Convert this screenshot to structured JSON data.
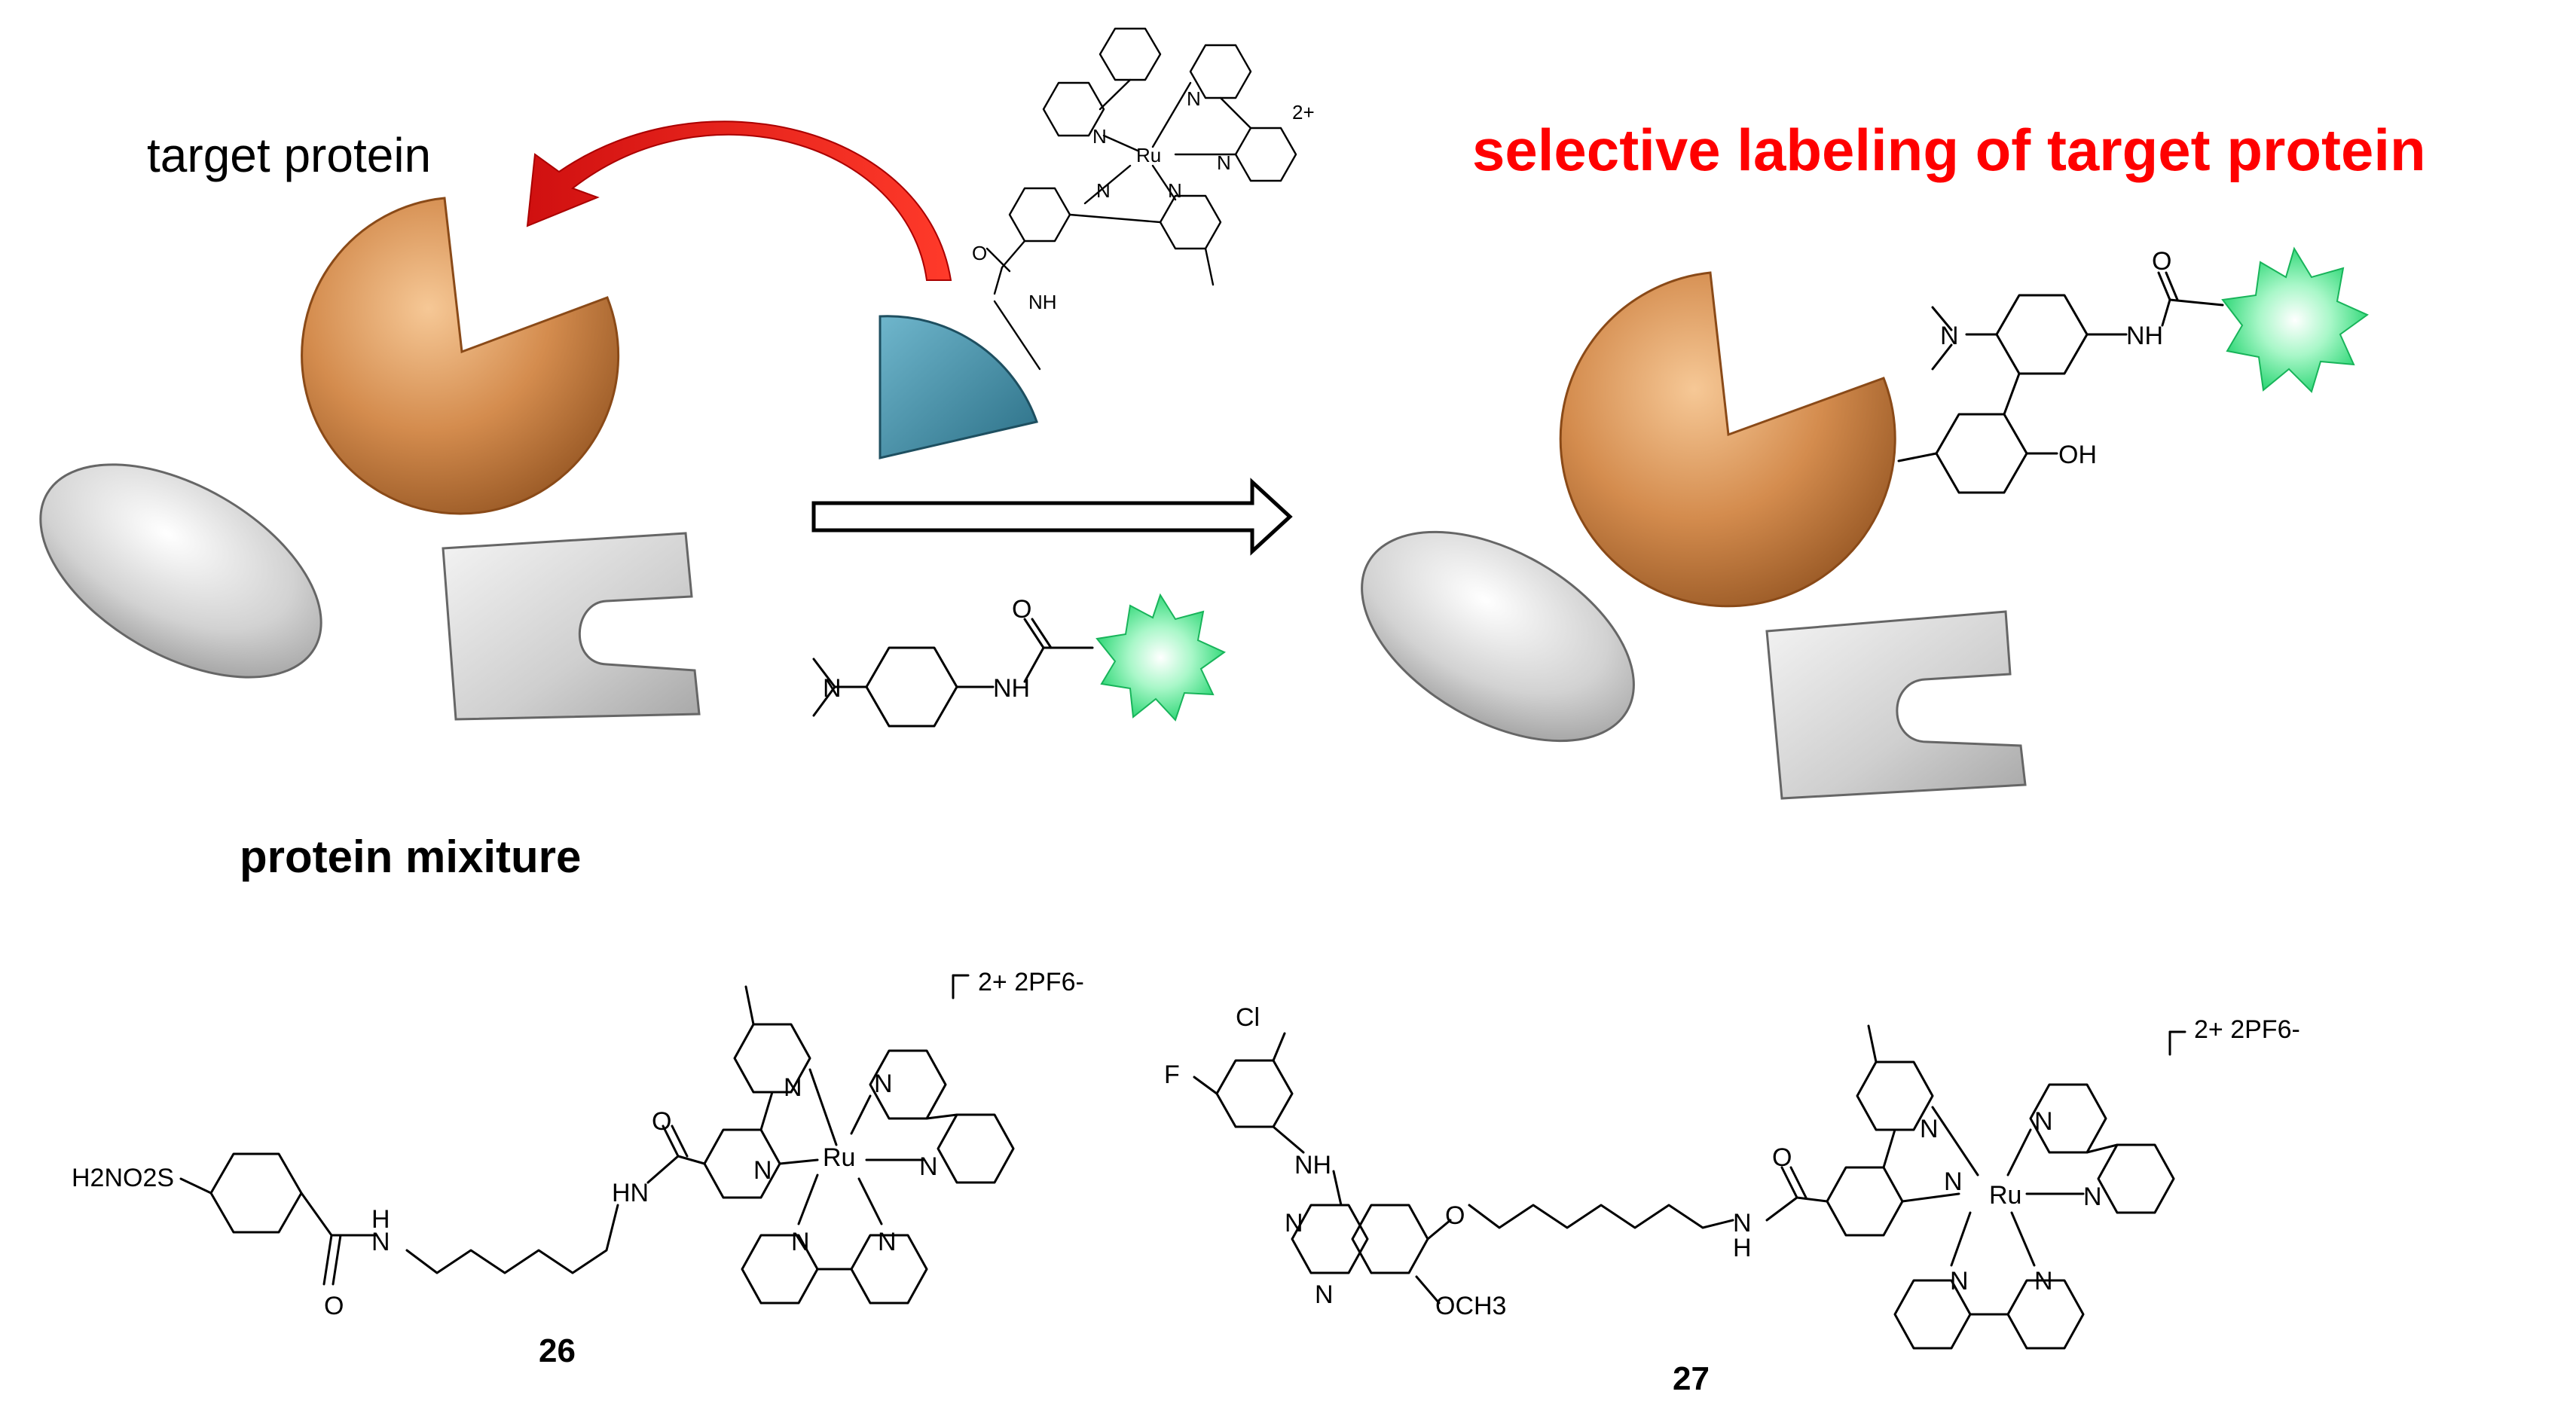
{
  "labels": {
    "target_protein": "target protein",
    "selective_labeling": "selective labeling of target protein",
    "protein_mixture": "protein mixiture",
    "compound_26": "26",
    "compound_27": "27"
  },
  "atoms": {
    "N": "N",
    "NH": "NH",
    "HN": "HN",
    "H": "H",
    "O": "O",
    "OH": "OH",
    "Ru": "Ru",
    "Cl": "Cl",
    "F": "F",
    "charge_top": "2+",
    "charge_suffix": "2+ 2PF6-",
    "sulfonamide": "H2NO2S",
    "methoxy": "OCH3"
  },
  "colors": {
    "title_red": "#ff0000",
    "arrow_red": "#e0231d",
    "target_protein": "#c07a40",
    "ligand_blue": "#3b8aa0",
    "gray_protein": "#c8c8c8",
    "fluorophore_green": "#46e68c"
  }
}
